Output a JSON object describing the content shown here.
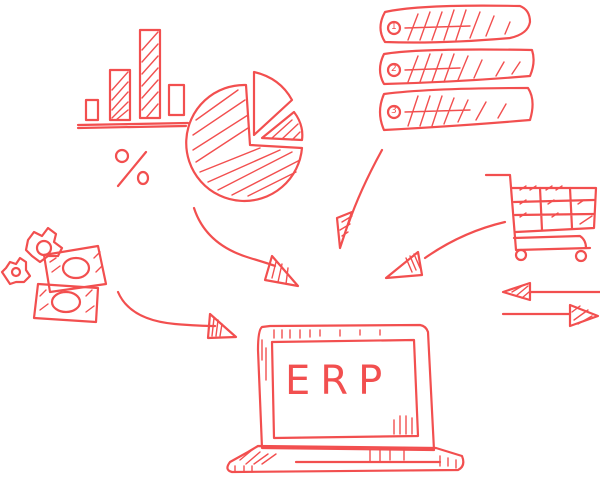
{
  "illustration": {
    "title": "ERP",
    "stroke_color": "#f24f4f",
    "background": "#ffffff",
    "center": {
      "label": "ERP",
      "icon": "laptop-icon"
    },
    "sources": [
      {
        "name": "analytics",
        "icons": [
          "bar-chart-icon",
          "pie-chart-icon",
          "percent-icon"
        ],
        "percent_symbol": "%"
      },
      {
        "name": "database",
        "icon": "database-stack-icon",
        "layers": [
          "1",
          "2",
          "3"
        ]
      },
      {
        "name": "commerce",
        "icons": [
          "shopping-cart-icon",
          "arrow-left-icon",
          "arrow-right-icon"
        ]
      },
      {
        "name": "finance",
        "icons": [
          "gear-icon",
          "banknote-icon"
        ]
      }
    ]
  }
}
